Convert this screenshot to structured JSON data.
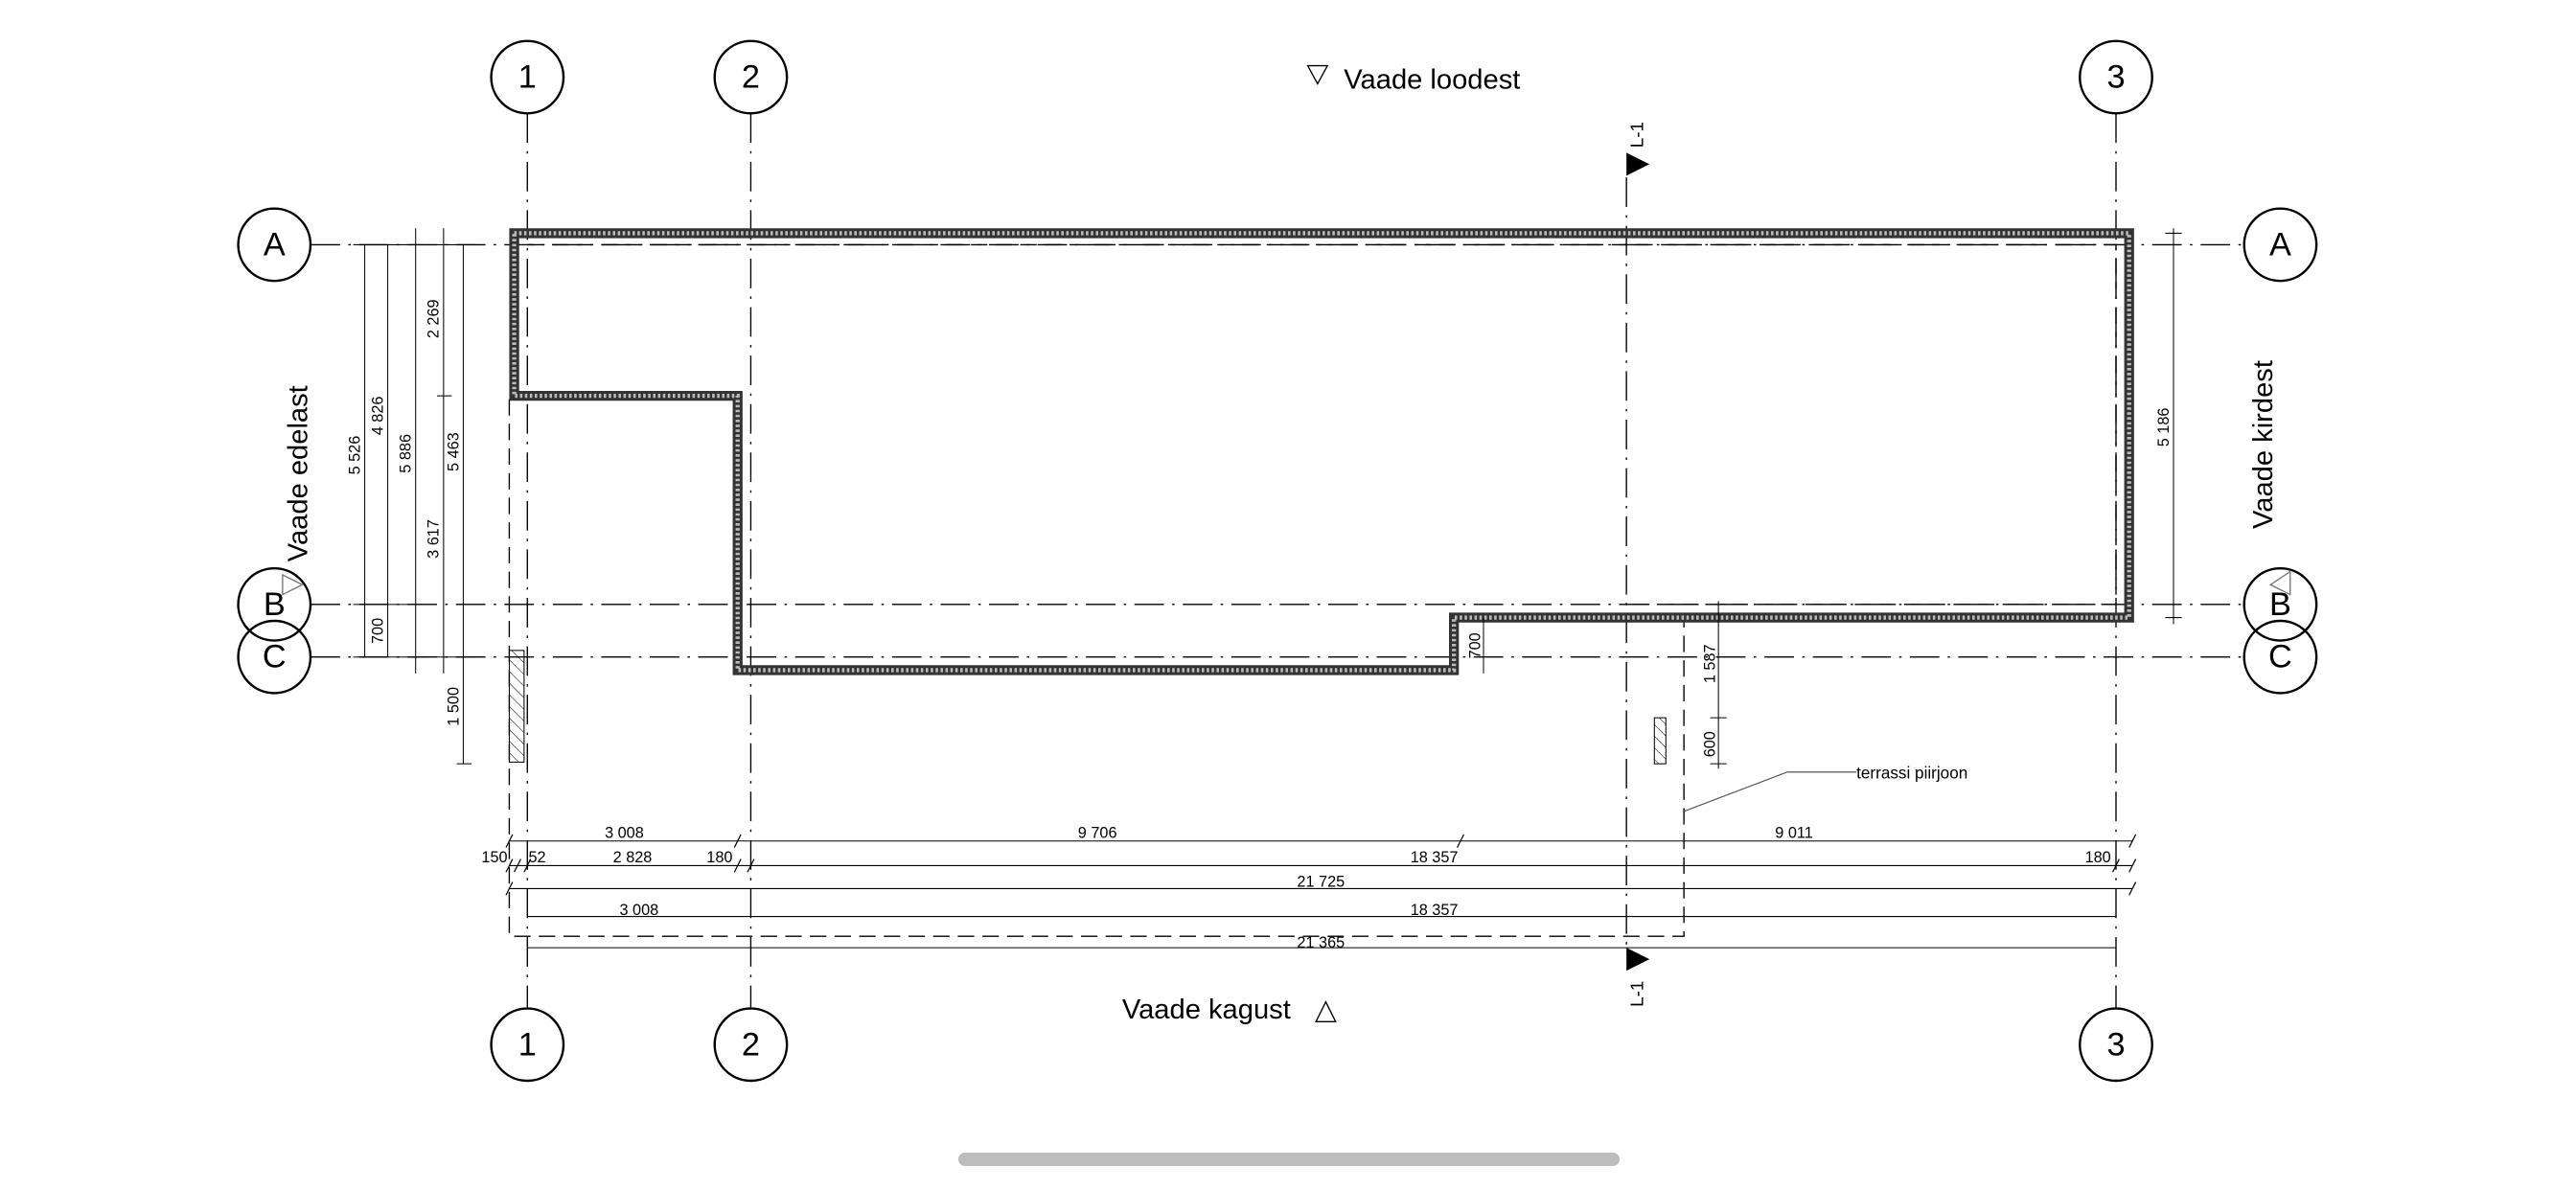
{
  "drawing": {
    "grid_columns": [
      "1",
      "2",
      "3"
    ],
    "grid_rows": [
      "A",
      "B",
      "C"
    ],
    "views": {
      "top": "Vaade loodest",
      "bottom": "Vaade kagust",
      "left": "Vaade edelast",
      "right": "Vaade kirdest"
    },
    "section_mark": "L-1",
    "annotation": "terrassi piirjoon",
    "dims_horizontal": {
      "row1": [
        "3 008",
        "9 706",
        "9 011"
      ],
      "row2": [
        "150",
        "52",
        "2 828",
        "180",
        "18 357",
        "180"
      ],
      "row3": [
        "21 725"
      ],
      "row4": [
        "3 008",
        "18 357"
      ],
      "row5": [
        "21 365"
      ]
    },
    "dims_vertical_left": [
      "5 526",
      "4 826",
      "700",
      "5 886",
      "2 269",
      "3 617",
      "5 463",
      "1 500"
    ],
    "dims_vertical_right": [
      "5 186"
    ],
    "dims_section": [
      "700",
      "1 587",
      "600"
    ]
  }
}
